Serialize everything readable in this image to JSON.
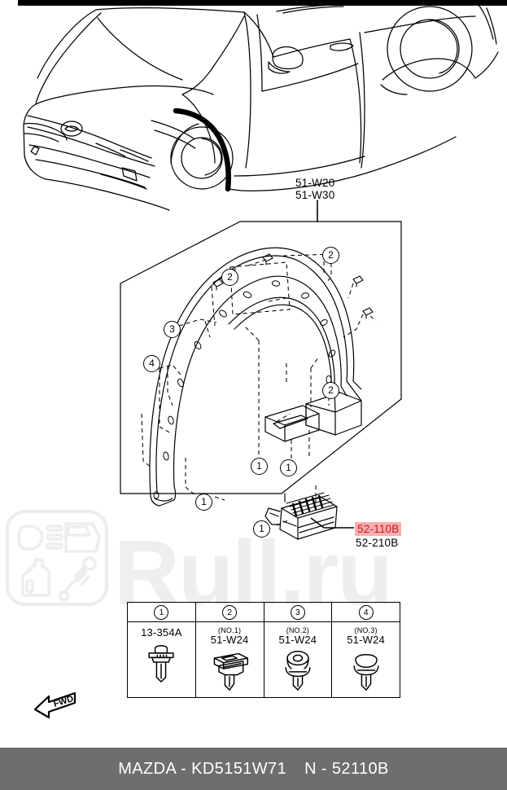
{
  "diagram": {
    "top_labels": {
      "line1": "51-W20",
      "line2": "51-W30"
    },
    "part_number_highlighted": "52-110B",
    "part_number_secondary": "52-210B",
    "direction_marker": "FWD",
    "callouts": [
      {
        "id": "c1",
        "label": "2"
      },
      {
        "id": "c2",
        "label": "2"
      },
      {
        "id": "c3",
        "label": "2"
      },
      {
        "id": "c4",
        "label": "3"
      },
      {
        "id": "c5",
        "label": "4"
      },
      {
        "id": "c6",
        "label": "1"
      },
      {
        "id": "c7",
        "label": "1"
      },
      {
        "id": "c8",
        "label": "1"
      },
      {
        "id": "c9",
        "label": "1"
      }
    ]
  },
  "legend": {
    "headers": [
      "1",
      "2",
      "3",
      "4"
    ],
    "rows": [
      {
        "sub": "",
        "code": "13-354A",
        "art": "screw-clip"
      },
      {
        "sub": "(NO.1)",
        "code": "51-W24",
        "art": "square-clip"
      },
      {
        "sub": "(NO.2)",
        "code": "51-W24",
        "art": "round-clip"
      },
      {
        "sub": "(NO.3)",
        "code": "51-W24",
        "art": "dome-clip"
      }
    ]
  },
  "watermark": {
    "text": "Rull.ru"
  },
  "footer": {
    "brand": "MAZDA - KD5151W71",
    "reference": "N - 52110B"
  },
  "colors": {
    "highlight_bg": "#f9aeae",
    "highlight_fg": "#c01a1a",
    "footer_bg": "#6e6e6e",
    "watermark": "#eeeeee",
    "ink": "#000000"
  }
}
